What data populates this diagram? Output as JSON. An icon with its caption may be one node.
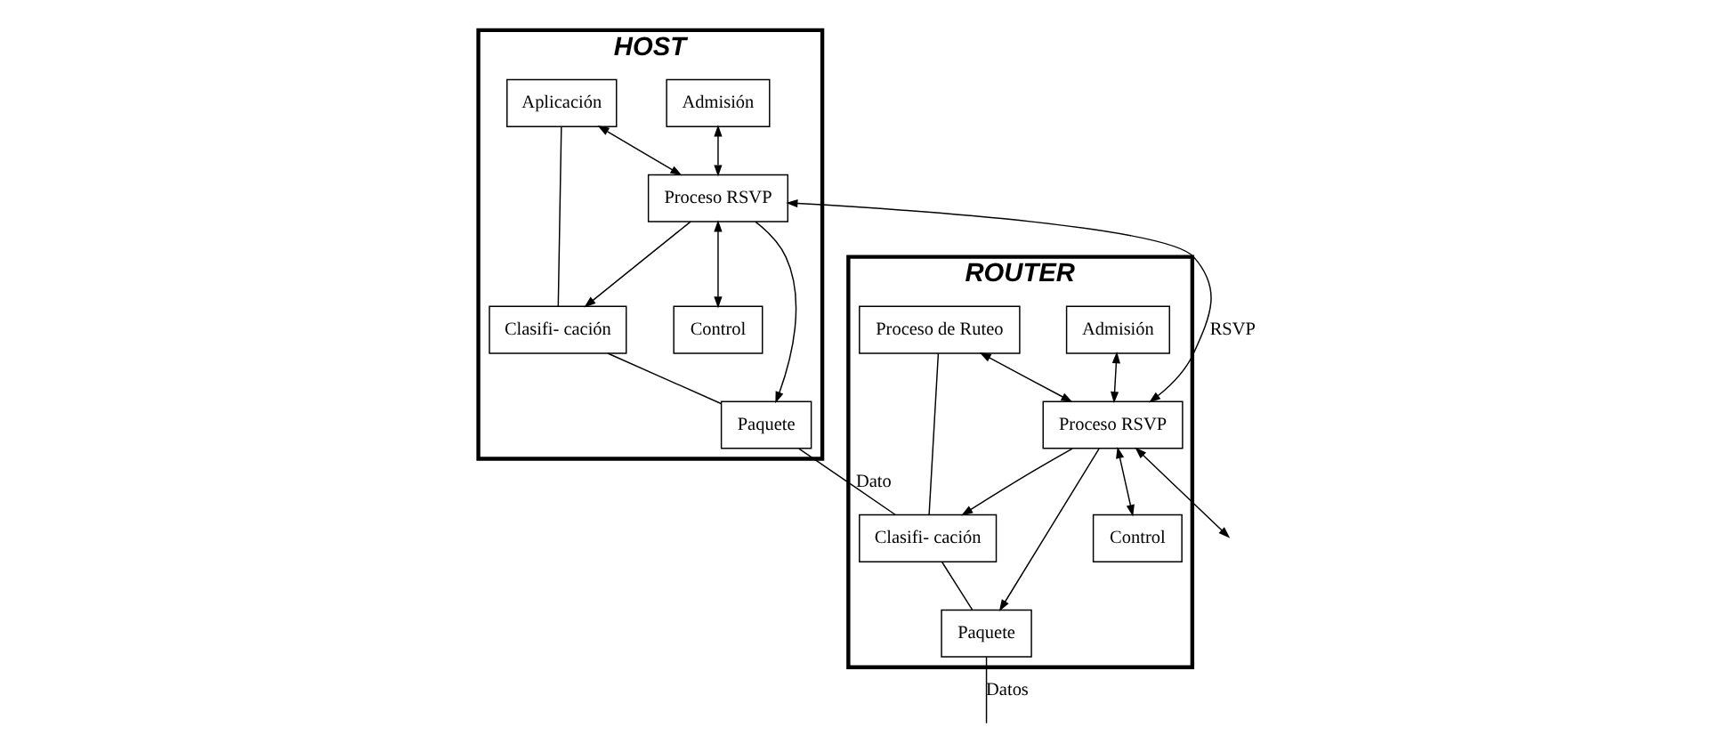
{
  "diagram": {
    "nodes": [
      {
        "text": [
          "HOST"
        ]
      },
      {
        "text": [
          "Aplicación"
        ],
        "in": 0
      },
      {
        "text": [
          "Proceso RSVP"
        ],
        "in": 0
      },
      {
        "text": [
          "Control"
        ],
        "in": 0
      },
      {
        "text": [
          "Admisión"
        ],
        "in": 0
      },
      {
        "text": [
          "Clasifi- cación"
        ],
        "in": 0
      },
      {
        "text": [
          "Paquete"
        ],
        "in": 0
      },
      {
        "text": [
          "ROUTER"
        ]
      },
      {
        "text": [
          "Proceso RSVP"
        ],
        "in": 7
      },
      {
        "text": [
          "Proceso de Ruteo"
        ],
        "in": 7
      },
      {
        "text": [
          "Control"
        ],
        "in": 7
      },
      {
        "text": [
          "Admisión"
        ],
        "in": 7
      },
      {
        "text": [
          "Clasifi- cación"
        ],
        "in": 7
      },
      {
        "text": [
          "Paquete"
        ],
        "in": 7
      }
    ],
    "edges": [
      {
        "from": 1,
        "to": 2,
        "arrow": "both"
      },
      {
        "from": 2,
        "to": 8,
        "arrow": "both",
        "label": "RSVP"
      },
      {
        "from": 2,
        "to": 3,
        "arrow": "both"
      },
      {
        "from": 2,
        "to": 6,
        "arrow": "to"
      },
      {
        "from": 2,
        "to": 5,
        "arrow": "to"
      },
      {
        "from": 4,
        "to": 2,
        "arrow": "both"
      },
      {
        "from": 1,
        "to": 5,
        "arrow": "none"
      },
      {
        "from": 5,
        "to": 6,
        "arrow": "none"
      },
      {
        "from": 6,
        "to": 12,
        "arrow": "none",
        "label": "Dato"
      },
      {
        "from": 9,
        "to": 8,
        "arrow": "both"
      },
      {
        "from": 8,
        "to": 10,
        "arrow": "both"
      },
      {
        "from": 8,
        "to": null,
        "arrow": "both"
      },
      {
        "from": 8,
        "to": 13,
        "arrow": "to"
      },
      {
        "from": 8,
        "to": 12,
        "arrow": "to"
      },
      {
        "from": 11,
        "to": 8,
        "arrow": "both"
      },
      {
        "from": 9,
        "to": 12,
        "arrow": "none"
      },
      {
        "from": 12,
        "to": 13,
        "arrow": "none"
      },
      {
        "from": 13,
        "to": null,
        "arrow": "none",
        "label": "Datos"
      }
    ]
  }
}
